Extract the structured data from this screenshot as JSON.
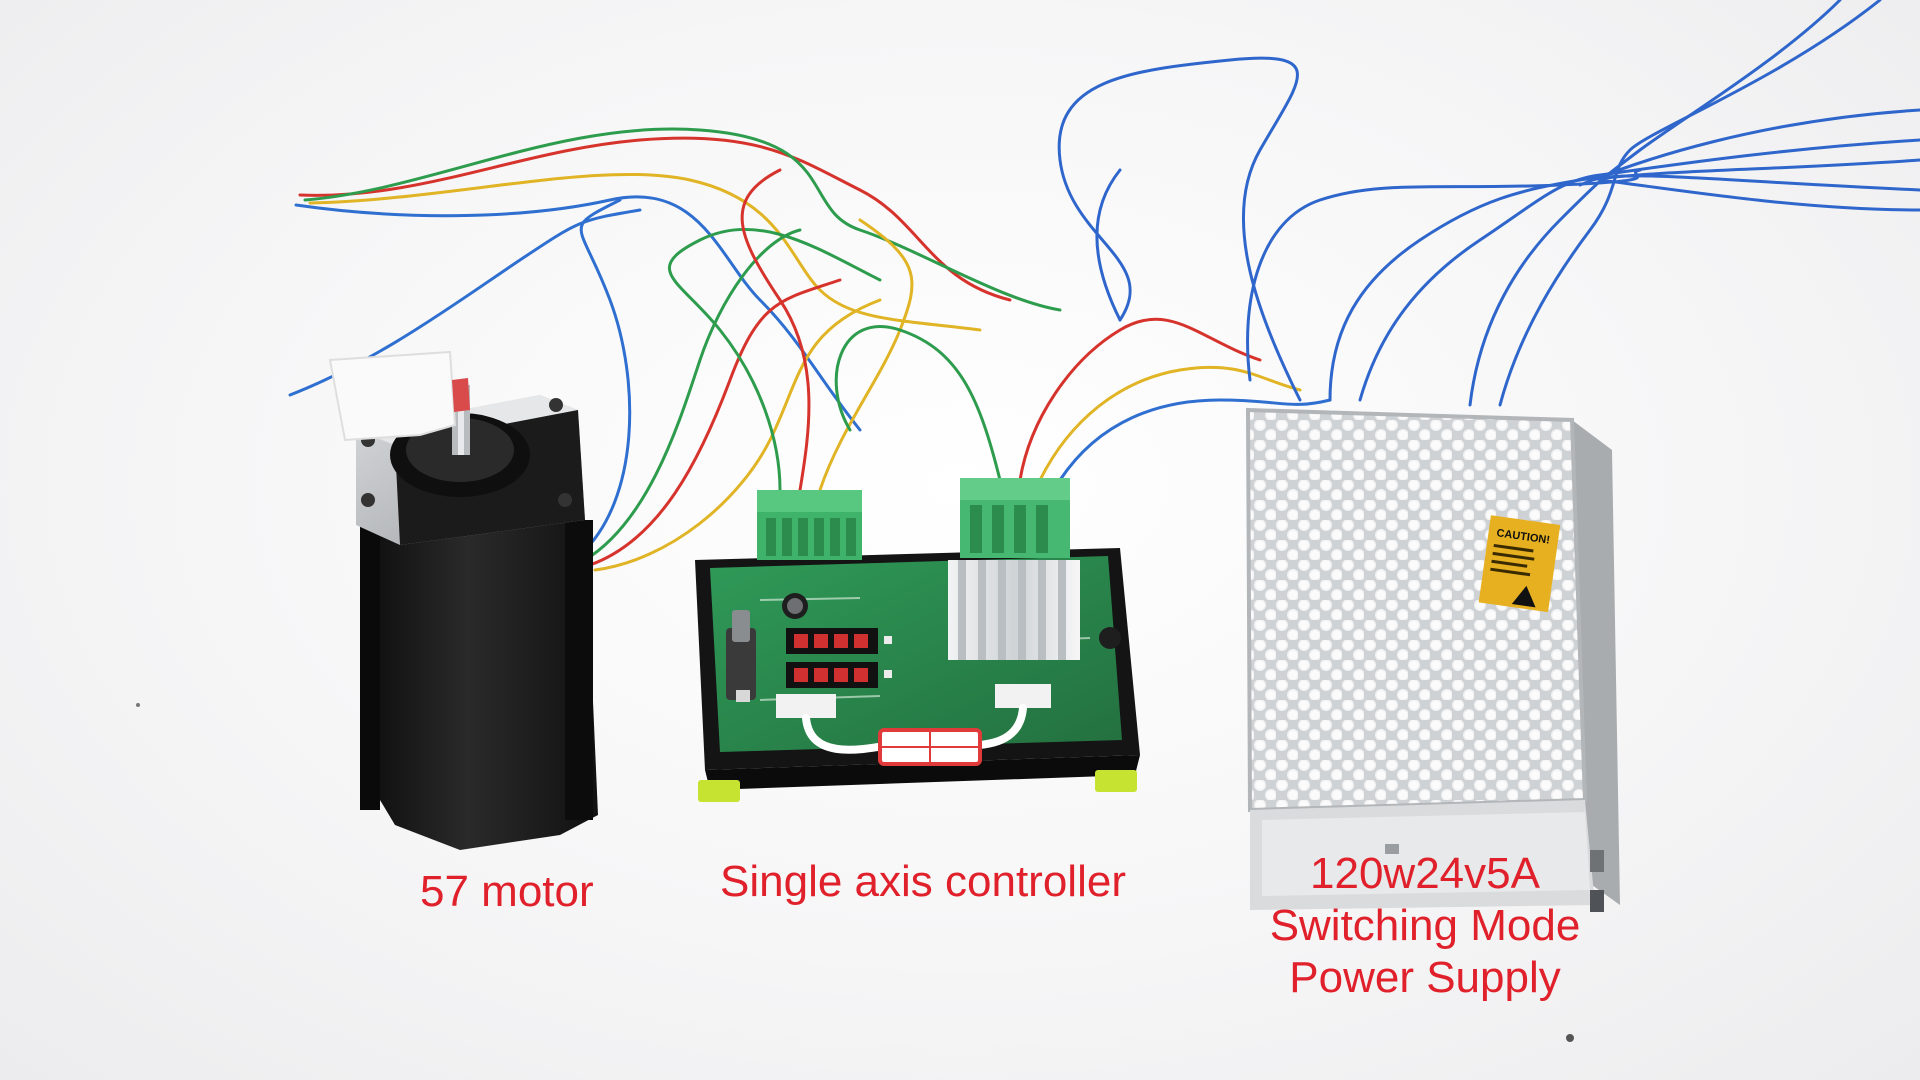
{
  "photo": {
    "captions": {
      "motor": "57 motor",
      "controller": "Single axis controller",
      "psu_line1": "120w24v5A",
      "psu_line2": "Switching Mode",
      "psu_line3": "Power Supply"
    },
    "caution_label": "CAUTION!",
    "colors": {
      "caption_text": "#e0202a",
      "background": "#f4f4f5",
      "pcb": "#2f8a52",
      "terminal_block": "#3fb36a",
      "psu_metal": "#c9cccf",
      "motor_body": "#1a1a1a"
    }
  }
}
